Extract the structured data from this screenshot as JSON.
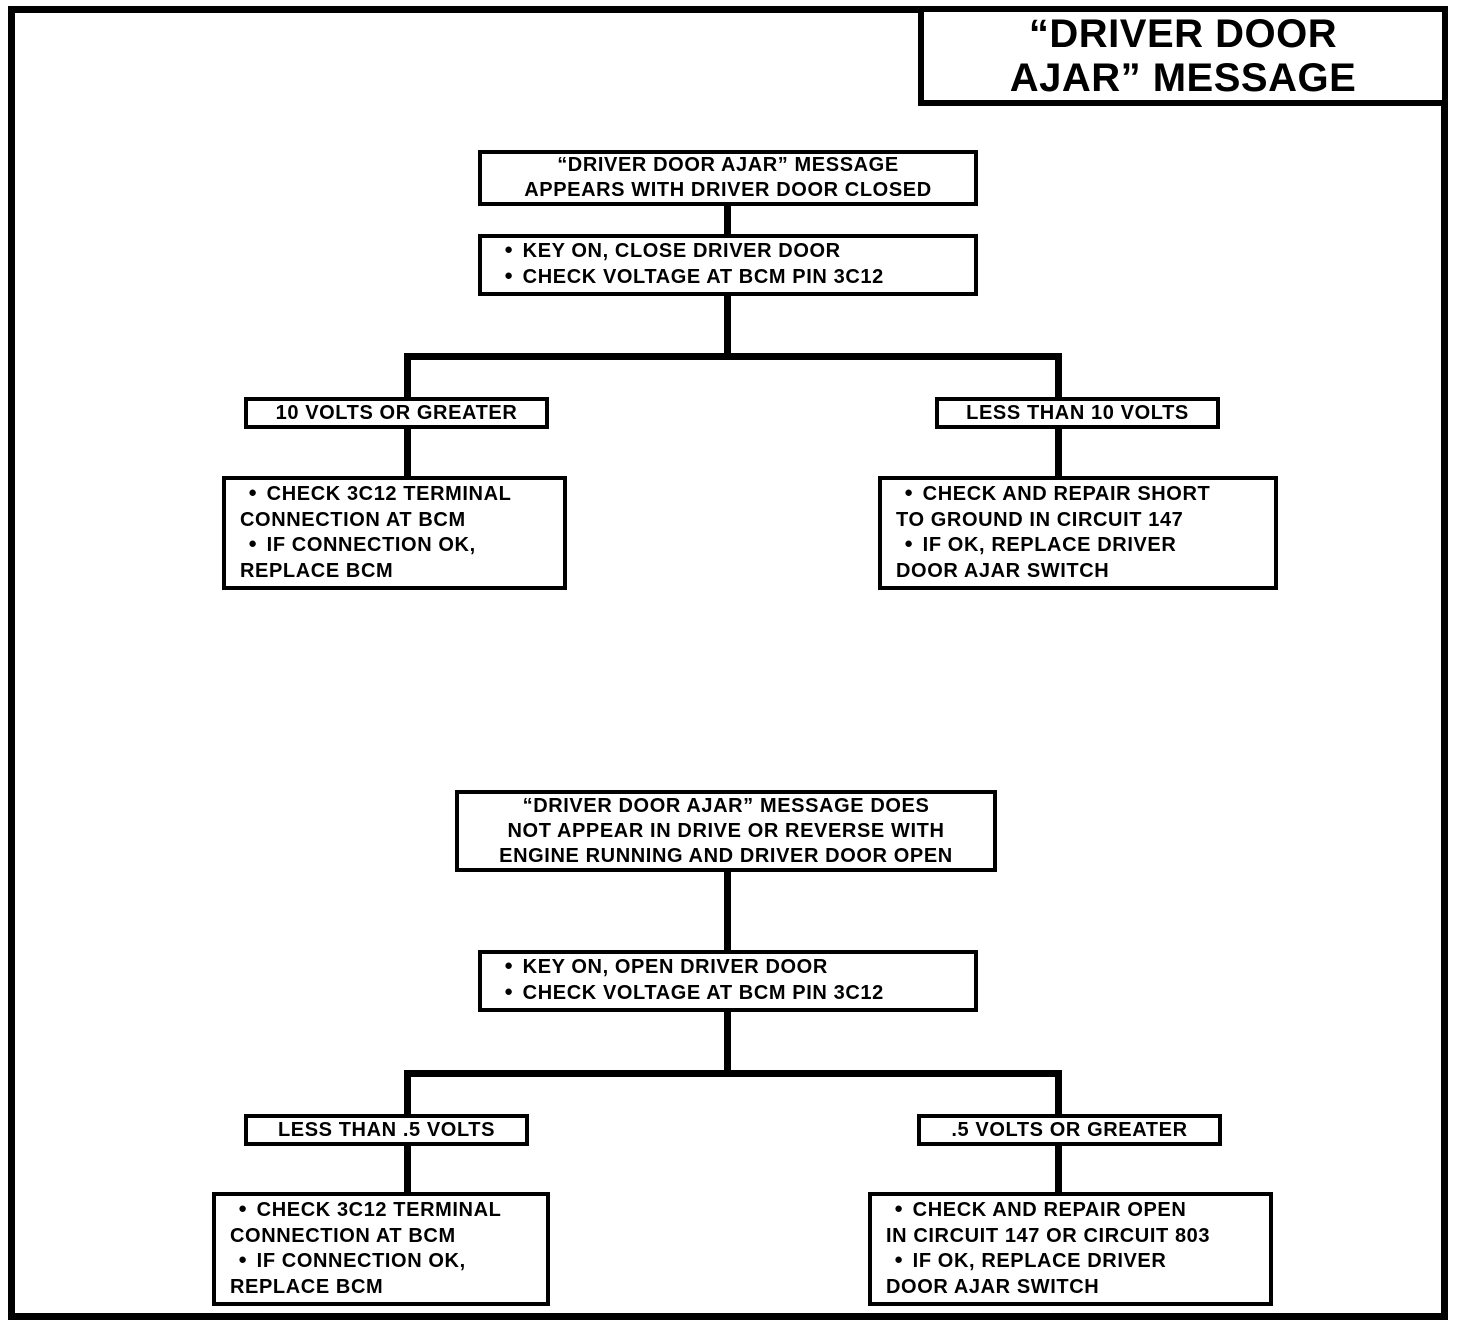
{
  "title": {
    "line1": "“DRIVER DOOR",
    "line2": "AJAR” MESSAGE"
  },
  "colors": {
    "ink": "#000000",
    "paper": "#ffffff"
  },
  "chart_one": {
    "start": {
      "line1": "“DRIVER DOOR AJAR” MESSAGE",
      "line2": "APPEARS WITH DRIVER DOOR CLOSED"
    },
    "test": {
      "line1": "KEY ON, CLOSE DRIVER DOOR",
      "line2": "CHECK VOLTAGE AT BCM PIN 3C12"
    },
    "branch_left_label": "10 VOLTS OR GREATER",
    "branch_right_label": "LESS THAN 10 VOLTS",
    "result_left": {
      "line1": "CHECK 3C12 TERMINAL",
      "line2": "CONNECTION AT BCM",
      "line3": "IF CONNECTION OK,",
      "line4": "REPLACE BCM"
    },
    "result_right": {
      "line1": "CHECK AND REPAIR SHORT",
      "line2": "TO GROUND IN CIRCUIT 147",
      "line3": "IF OK, REPLACE DRIVER",
      "line4": "DOOR AJAR SWITCH"
    }
  },
  "chart_two": {
    "start": {
      "line1": "“DRIVER DOOR AJAR” MESSAGE DOES",
      "line2": "NOT APPEAR IN DRIVE OR REVERSE WITH",
      "line3": "ENGINE RUNNING AND DRIVER DOOR OPEN"
    },
    "test": {
      "line1": "KEY ON, OPEN DRIVER DOOR",
      "line2": "CHECK VOLTAGE AT BCM PIN 3C12"
    },
    "branch_left_label": "LESS THAN .5 VOLTS",
    "branch_right_label": ".5 VOLTS OR GREATER",
    "result_left": {
      "line1": "CHECK 3C12 TERMINAL",
      "line2": "CONNECTION AT BCM",
      "line3": "IF CONNECTION OK,",
      "line4": "REPLACE BCM"
    },
    "result_right": {
      "line1": "CHECK AND REPAIR OPEN",
      "line2": "IN CIRCUIT 147 OR CIRCUIT 803",
      "line3": "IF OK, REPLACE DRIVER",
      "line4": "DOOR AJAR SWITCH"
    }
  }
}
